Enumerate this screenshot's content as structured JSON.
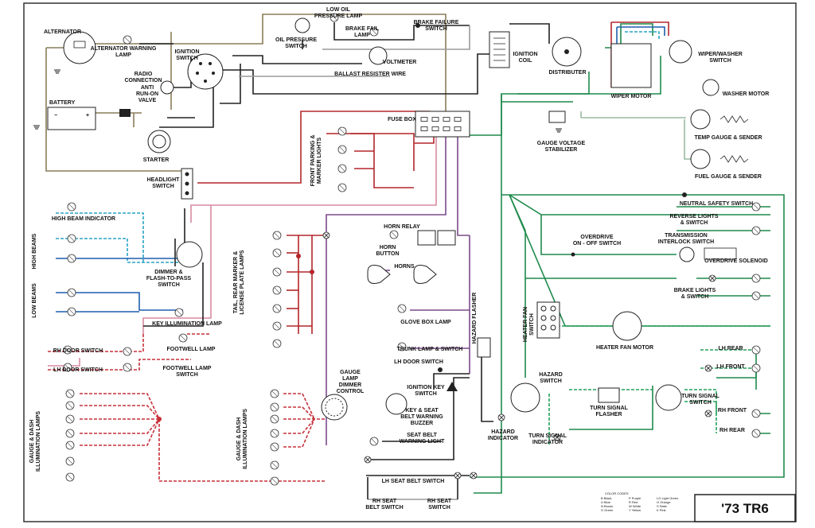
{
  "title": "'73 TR6",
  "labels": {
    "alternator": "ALTERNATOR",
    "alternator_warning_lamp": [
      "ALTERNATOR WARNING",
      "LAMP"
    ],
    "radio_connection": [
      "RADIO",
      "CONNECTION"
    ],
    "ignition_switch": [
      "IGNITION",
      "SWITCH"
    ],
    "anti_run_on_valve": [
      "ANTI",
      "RUN-ON",
      "VALVE"
    ],
    "battery": "BATTERY",
    "starter": "STARTER",
    "oil_pressure_switch": [
      "OIL PRESSURE",
      "SWITCH"
    ],
    "low_oil_pressure_lamp": [
      "LOW OIL",
      "PRESSURE LAMP"
    ],
    "brake_fail_lamp": [
      "BRAKE FAIL",
      "LAMP"
    ],
    "brake_failure_switch": [
      "BRAKE FAILURE",
      "SWITCH"
    ],
    "voltmeter": "VOLTMETER",
    "ballast_resister_wire": "BALLAST RESISTER WIRE",
    "ignition_coil": [
      "IGNITION",
      "COIL"
    ],
    "distributer": "DISTRIBUTER",
    "wiper_washer_switch": [
      "WIPER/WASHER",
      "SWITCH"
    ],
    "wiper_motor": "WIPER MOTOR",
    "washer_motor": "WASHER MOTOR",
    "fuse_box": "FUSE BOX",
    "gauge_voltage_stabilizer": [
      "GAUGE VOLTAGE",
      "STABILIZER"
    ],
    "temp_gauge_sender": "TEMP GAUGE & SENDER",
    "fuel_gauge_sender": "FUEL GAUGE & SENDER",
    "headlight_switch": [
      "HEADLIGHT",
      "SWITCH"
    ],
    "front_parking_marker_lights": [
      "FRONT PARKING &",
      "MARKER LIGHTS"
    ],
    "high_beam_indicator": "HIGH BEAM INDICATOR",
    "high_beams": "HIGH BEAMS",
    "low_beams": "LOW BEAMS",
    "dimmer_flash_to_pass_switch": [
      "DIMMER &",
      "FLASH-TO-PASS",
      "SWITCH"
    ],
    "key_illumination_lamp": "KEY ILLUMINATION LAMP",
    "rh_door_switch": "RH DOOR SWITCH",
    "lh_door_switch": "LH DOOR SWITCH",
    "footwell_lamp": "FOOTWELL LAMP",
    "footwell_lamp_switch": [
      "FOOTWELL LAMP",
      "SWITCH"
    ],
    "gauge_dash_illumination_lamps_left": [
      "GAUGE & DASH",
      "ILLUMINATION LAMPS"
    ],
    "tail_rear_marker_license_plate_lamps": [
      "TAIL, REAR MARKER &",
      "LICENSE PLATE LAMPS"
    ],
    "gauge_dash_illumination_lamps_mid": [
      "GAUGE & DASH",
      "ILLUMINATION LAMPS"
    ],
    "gauge_lamp_dimmer_control": [
      "GAUGE",
      "LAMP",
      "DIMMER",
      "CONTROL"
    ],
    "horn_relay": "HORN RELAY",
    "horn_button": [
      "HORN",
      "BUTTON"
    ],
    "horns": "HORNS",
    "glove_box_lamp": "GLOVE BOX LAMP",
    "trunk_lamp_switch": "TRUNK LAMP & SWITCH",
    "lh_door_switch_mid": "LH DOOR SWITCH",
    "ignition_key_switch": [
      "IGNITION KEY",
      "SWITCH"
    ],
    "key_seat_belt_warning_buzzer": [
      "KEY & SEAT",
      "BELT WARNING",
      "BUZZER"
    ],
    "seat_belt_warning_light": [
      "SEAT BELT",
      "WARNING LIGHT"
    ],
    "lh_seat_belt_switch": "LH SEAT BELT SWITCH",
    "rh_seat_belt_switch": [
      "RH SEAT",
      "BELT SWITCH"
    ],
    "rh_seat_switch": [
      "RH SEAT",
      "SWITCH"
    ],
    "hazard_flasher": "HAZARD FLASHER",
    "hazard_indicator": [
      "HAZARD",
      "INDICATOR"
    ],
    "hazard_switch": [
      "HAZARD",
      "SWITCH"
    ],
    "turn_signal_flasher": [
      "TURN SIGNAL",
      "FLASHER"
    ],
    "turn_signal_indicator": [
      "TURN SIGNAL",
      "INDICATOR"
    ],
    "turn_signal_switch": [
      "TURN SIGNAL",
      "SWITCH"
    ],
    "neutral_safety_switch": "NEUTRAL SAFETY SWITCH",
    "reverse_lights_switch": [
      "REVERSE LIGHTS",
      "& SWITCH"
    ],
    "overdrive_on_off_switch": [
      "OVERDRIVE",
      "ON - OFF SWITCH"
    ],
    "transmission_interlock_switch": [
      "TRANSMISSION",
      "INTERLOCK SWITCH"
    ],
    "overdrive_solenoid": "OVERDRIVE SOLENOID",
    "brake_lights_switch": [
      "BRAKE LIGHTS",
      "& SWITCH"
    ],
    "heater_fan_switch": [
      "HEATER FAN",
      "SWITCH"
    ],
    "heater_fan_motor": "HEATER FAN MOTOR",
    "lh_rear": "LH REAR",
    "lh_front": "LH FRONT",
    "rh_front": "RH FRONT",
    "rh_rear": "RH REAR"
  },
  "color_codes": {
    "heading": "COLOR CODES",
    "items": [
      "B  Black",
      "U  Blue",
      "N  Brown",
      "G  Green",
      "P  Purple",
      "R  Red",
      "W  White",
      "Y  Yellow",
      "LG  Light Green",
      "O  Orange",
      "S  Slate",
      "K  Pink"
    ]
  },
  "wire_colors": {
    "black": "#222222",
    "grey": "#9a9a9a",
    "brown": "#8a7d5a",
    "red": "#b3262b",
    "green": "#1f8a4c",
    "blue": "#1f5fae",
    "light_blue": "#29a3c6",
    "purple": "#7b4a8a",
    "pink": "#d98aa0",
    "light_green": "#9bb9a0"
  }
}
